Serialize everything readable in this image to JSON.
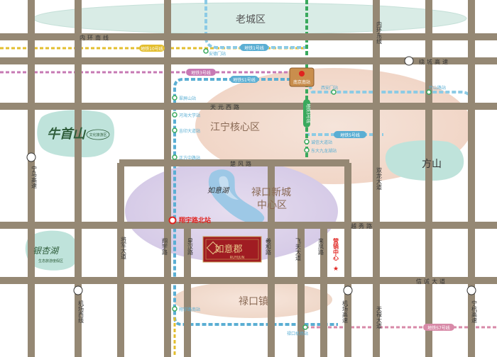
{
  "districts": {
    "old_city": "老城区",
    "jiangning_core": "江宁核心区",
    "lukou_new_city_l1": "禄口新城",
    "lukou_new_city_l2": "中心区",
    "lukou_town": "禄口镇"
  },
  "roads": {
    "inner_ring_south": "内环南线",
    "inner_ring_east": "内环东线",
    "raocheng_highway": "绕城高速",
    "tianyuan_west": "天元西路",
    "chufeng": "楚风路",
    "yuexiu": "越秀路",
    "xincheng_ave": "信诚大道",
    "ningma_highway": "宁马高速",
    "jichang_west": "机场西线",
    "jiangjun_ave": "将军大道",
    "xiangyu": "翔宇路",
    "xinghan": "星汉路",
    "yihe": "羲和路",
    "feitian_ave": "飞天大道",
    "laifeng": "来凤路",
    "jichang_highway": "机场高速",
    "shuanglong_ave": "双龙大道",
    "tianlu_ave": "天禄大道",
    "ninghang_highway": "宁杭高速"
  },
  "metro": {
    "line10": "地铁10号线",
    "line1": "地铁1号线",
    "line3": "地铁3号线",
    "lineS1": "地铁S1号线",
    "line3_vertical": "地铁3号线",
    "line5": "地铁5号线",
    "lineS7": "地铁S7号线"
  },
  "stations": {
    "andemen": "安德门站",
    "caoyangshan": "翠屏山站",
    "henan_univ": "河海大学站",
    "jida_univ": "吉印大道站",
    "zhengfang_zhong": "正方中路站",
    "xiangyu_north": "翔宇路北站",
    "xiangyu_south": "翔宇路南站",
    "lukou_airport": "禄口机场站",
    "xi_an_men": "西安门站",
    "zhushan": "竹山路站",
    "chengxin_ave": "诚信大道站",
    "dongda_jiulong": "东大九龙湖站"
  },
  "landmarks": {
    "niushoushan": "牛首山",
    "niushoushan_sub": "文化旅游区",
    "fangshan": "方山",
    "ruyi_lake": "如意湖",
    "qixing_lake": "银杏湖",
    "qixing_sub": "生态旅游度假区",
    "nanjing_south": "南京南站",
    "project_name": "如意郡",
    "project_en": "RUYIJUN",
    "sales_center": "营销中心"
  },
  "colors": {
    "road": "#958874",
    "road_dark": "#7a6e5e",
    "metro_blue": "#8ccbe5",
    "metro_blue_dark": "#5aaed3",
    "metro_green": "#39a95d",
    "metro_purple": "#c779b4",
    "metro_pink": "#d88aa8",
    "metro_yellow": "#e3be2e",
    "water": "#bfe3db",
    "core_zone": "#f4ded3",
    "new_city_zone": "#dcd2ea",
    "accent_red": "#e0231f",
    "project_red": "#a01c22"
  },
  "icons": [
    "highway-icon",
    "metro-station-icon",
    "star-icon",
    "location-pin-icon"
  ]
}
